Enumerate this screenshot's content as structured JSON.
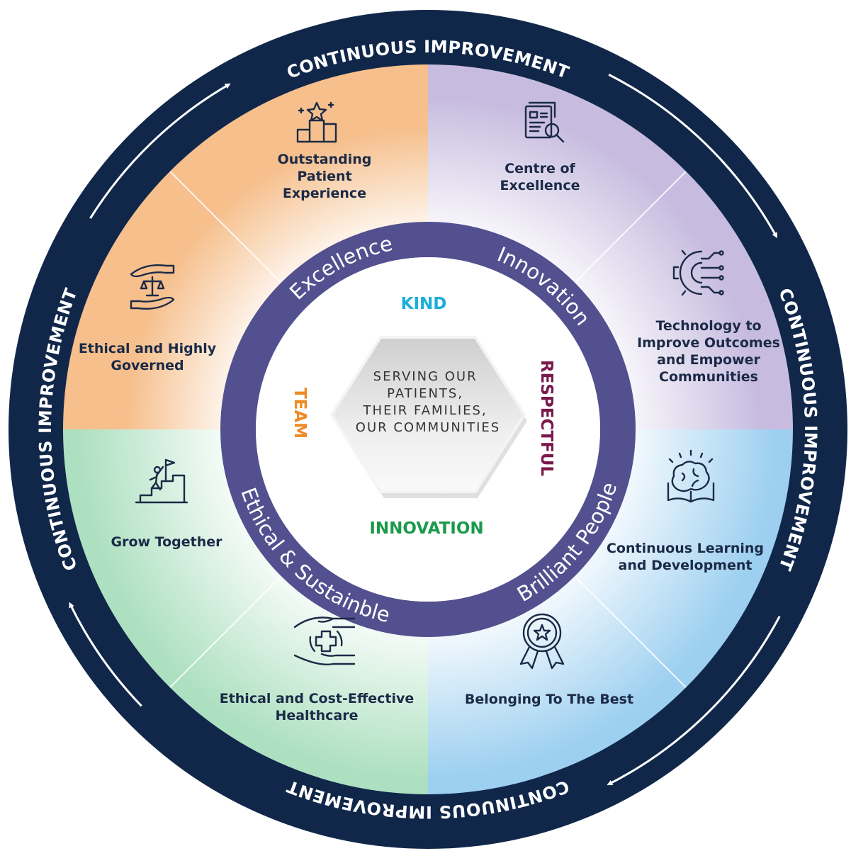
{
  "outer_ring": {
    "label": "CONTINUOUS IMPROVEMENT",
    "color": "#10274a"
  },
  "values_ring": {
    "color": "#53508f",
    "items": [
      "Excellence",
      "Innovation",
      "Brilliant People",
      "Ethical & Sustainble"
    ]
  },
  "core": {
    "lines": [
      "SERVING OUR",
      "PATIENTS,",
      "THEIR FAMILIES,",
      "OUR COMMUNITIES"
    ]
  },
  "behaviours": {
    "kind": {
      "label": "KIND",
      "color": "#1aaed8"
    },
    "respectful": {
      "label": "RESPECTFUL",
      "color": "#7a1a4c"
    },
    "innovation": {
      "label": "INNOVATION",
      "color": "#1a9a4a"
    },
    "team": {
      "label": "TEAM",
      "color": "#f08a24"
    }
  },
  "quadrant_colors": {
    "excellence": "#f6bf8c",
    "innovation": "#c7bcdf",
    "people": "#9ccff0",
    "sustainable": "#ade0c0"
  },
  "segments": [
    {
      "icon": "podium-star-icon",
      "lines": [
        "Outstanding",
        "Patient",
        "Experience"
      ]
    },
    {
      "icon": "document-search-icon",
      "lines": [
        "Centre of",
        "Excellence"
      ]
    },
    {
      "icon": "gear-circuit-icon",
      "lines": [
        "Technology to",
        "Improve Outcomes",
        "and Empower",
        "Communities"
      ]
    },
    {
      "icon": "brain-book-icon",
      "lines": [
        "Continuous Learning",
        "and Development"
      ]
    },
    {
      "icon": "award-ribbon-icon",
      "lines": [
        "Belonging To The Best"
      ]
    },
    {
      "icon": "hands-medical-cross-icon",
      "lines": [
        "Ethical and Cost-Effective",
        "Healthcare"
      ]
    },
    {
      "icon": "climbing-flag-icon",
      "lines": [
        "Grow Together"
      ]
    },
    {
      "icon": "hands-scales-icon",
      "lines": [
        "Ethical and Highly",
        "Governed"
      ]
    }
  ]
}
